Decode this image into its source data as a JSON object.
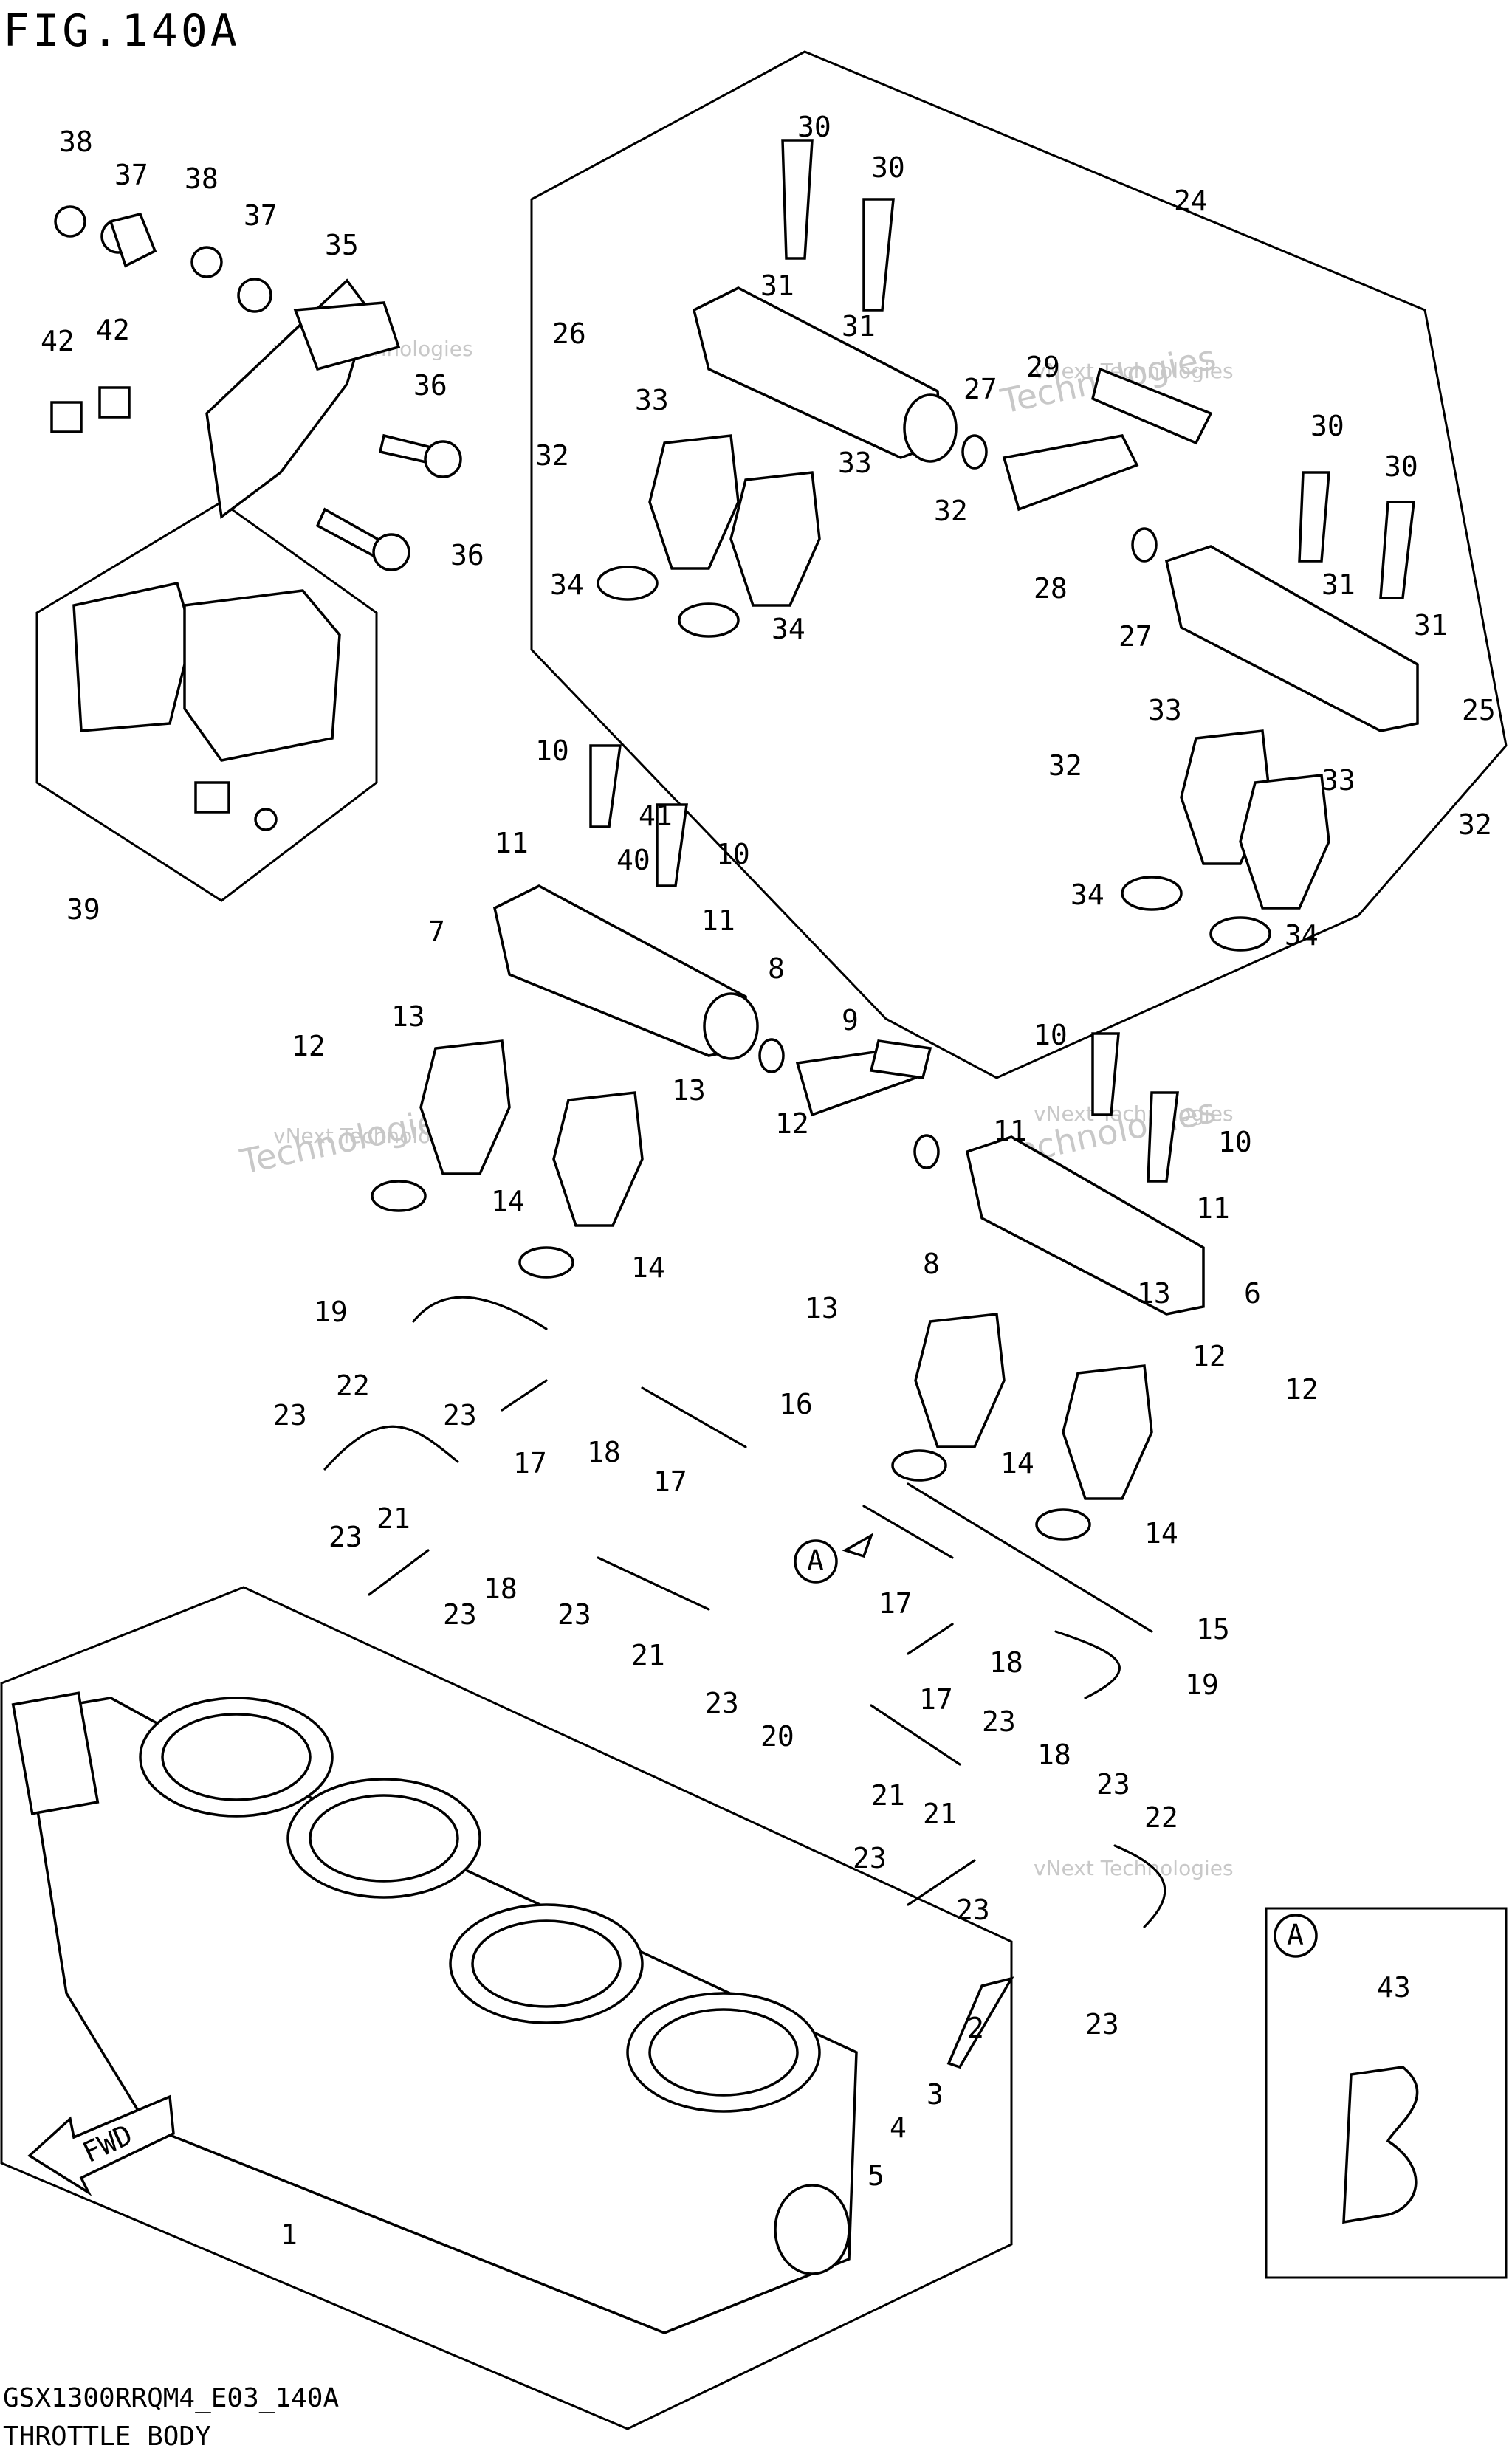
{
  "figure_title": "FIG.140A",
  "model_code": "GSX1300RRQM4_E03_140A",
  "section_title": "THROTTLE BODY",
  "fwd_label": "FWD",
  "ref_letter": "A",
  "watermark_primary": "vNext Technologies",
  "watermark_secondary": "Technologies",
  "callouts": [
    "38",
    "37",
    "38",
    "37",
    "35",
    "42",
    "42",
    "36",
    "36",
    "41",
    "40",
    "39",
    "30",
    "30",
    "24",
    "31",
    "31",
    "26",
    "29",
    "33",
    "33",
    "32",
    "32",
    "27",
    "27",
    "28",
    "34",
    "34",
    "30",
    "30",
    "31",
    "31",
    "25",
    "33",
    "33",
    "32",
    "32",
    "34",
    "34",
    "10",
    "10",
    "11",
    "11",
    "7",
    "8",
    "9",
    "13",
    "13",
    "12",
    "12",
    "14",
    "14",
    "10",
    "10",
    "11",
    "11",
    "6",
    "8",
    "13",
    "13",
    "12",
    "12",
    "14",
    "14",
    "19",
    "22",
    "23",
    "23",
    "16",
    "17",
    "17",
    "18",
    "23",
    "21",
    "18",
    "23",
    "23",
    "21",
    "17",
    "15",
    "18",
    "17",
    "19",
    "23",
    "20",
    "21",
    "23",
    "18",
    "23",
    "21",
    "22",
    "23",
    "23",
    "23",
    "2",
    "3",
    "4",
    "5",
    "1",
    "43"
  ]
}
